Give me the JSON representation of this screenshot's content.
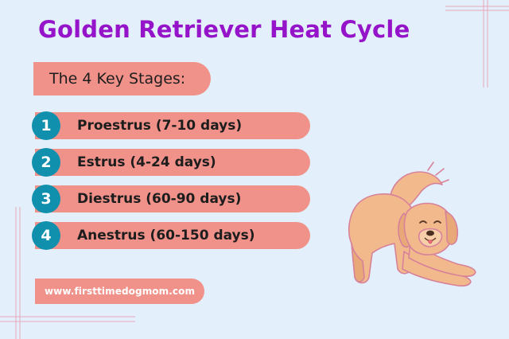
{
  "title": "Golden Retriever Heat Cycle",
  "subtitle": "The 4 Key Stages:",
  "stages": [
    {
      "number": "1",
      "label": "Proestrus (7-10 days)"
    },
    {
      "number": "2",
      "label": "Estrus (4-24 days)"
    },
    {
      "number": "3",
      "label": "Diestrus (60-90 days)"
    },
    {
      "number": "4",
      "label": "Anestrus (60-150 days)"
    }
  ],
  "website": "www.firsttimedogmom.com",
  "colors": {
    "background": "#e3f0fb",
    "title": "#9513c9",
    "pill": "#f0928a",
    "number_badge": "#1190ae",
    "dog_fur": "#f2b98d",
    "outline": "#d7829a"
  },
  "icons": [
    "golden-retriever-illustration"
  ]
}
